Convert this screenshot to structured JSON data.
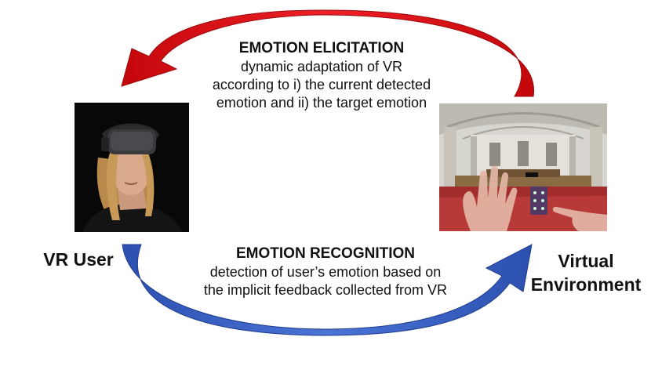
{
  "top_cycle": {
    "heading": "EMOTION ELICITATION",
    "lines": [
      "dynamic adaptation of VR",
      "according to i) the current detected",
      "emotion and ii) the target emotion"
    ]
  },
  "bottom_cycle": {
    "heading": "EMOTION RECOGNITION",
    "lines": [
      "detection of user’s emotion based on",
      "the implicit feedback collected from VR"
    ]
  },
  "nodes": {
    "left": {
      "lines": [
        "VR User"
      ]
    },
    "right": {
      "lines": [
        "Virtual",
        "Environment"
      ]
    }
  },
  "colors": {
    "top_arrow": "#e0141a",
    "top_arrow_dark": "#b80c10",
    "bottom_arrow": "#3a62c4",
    "bottom_arrow_dark": "#24449a"
  }
}
